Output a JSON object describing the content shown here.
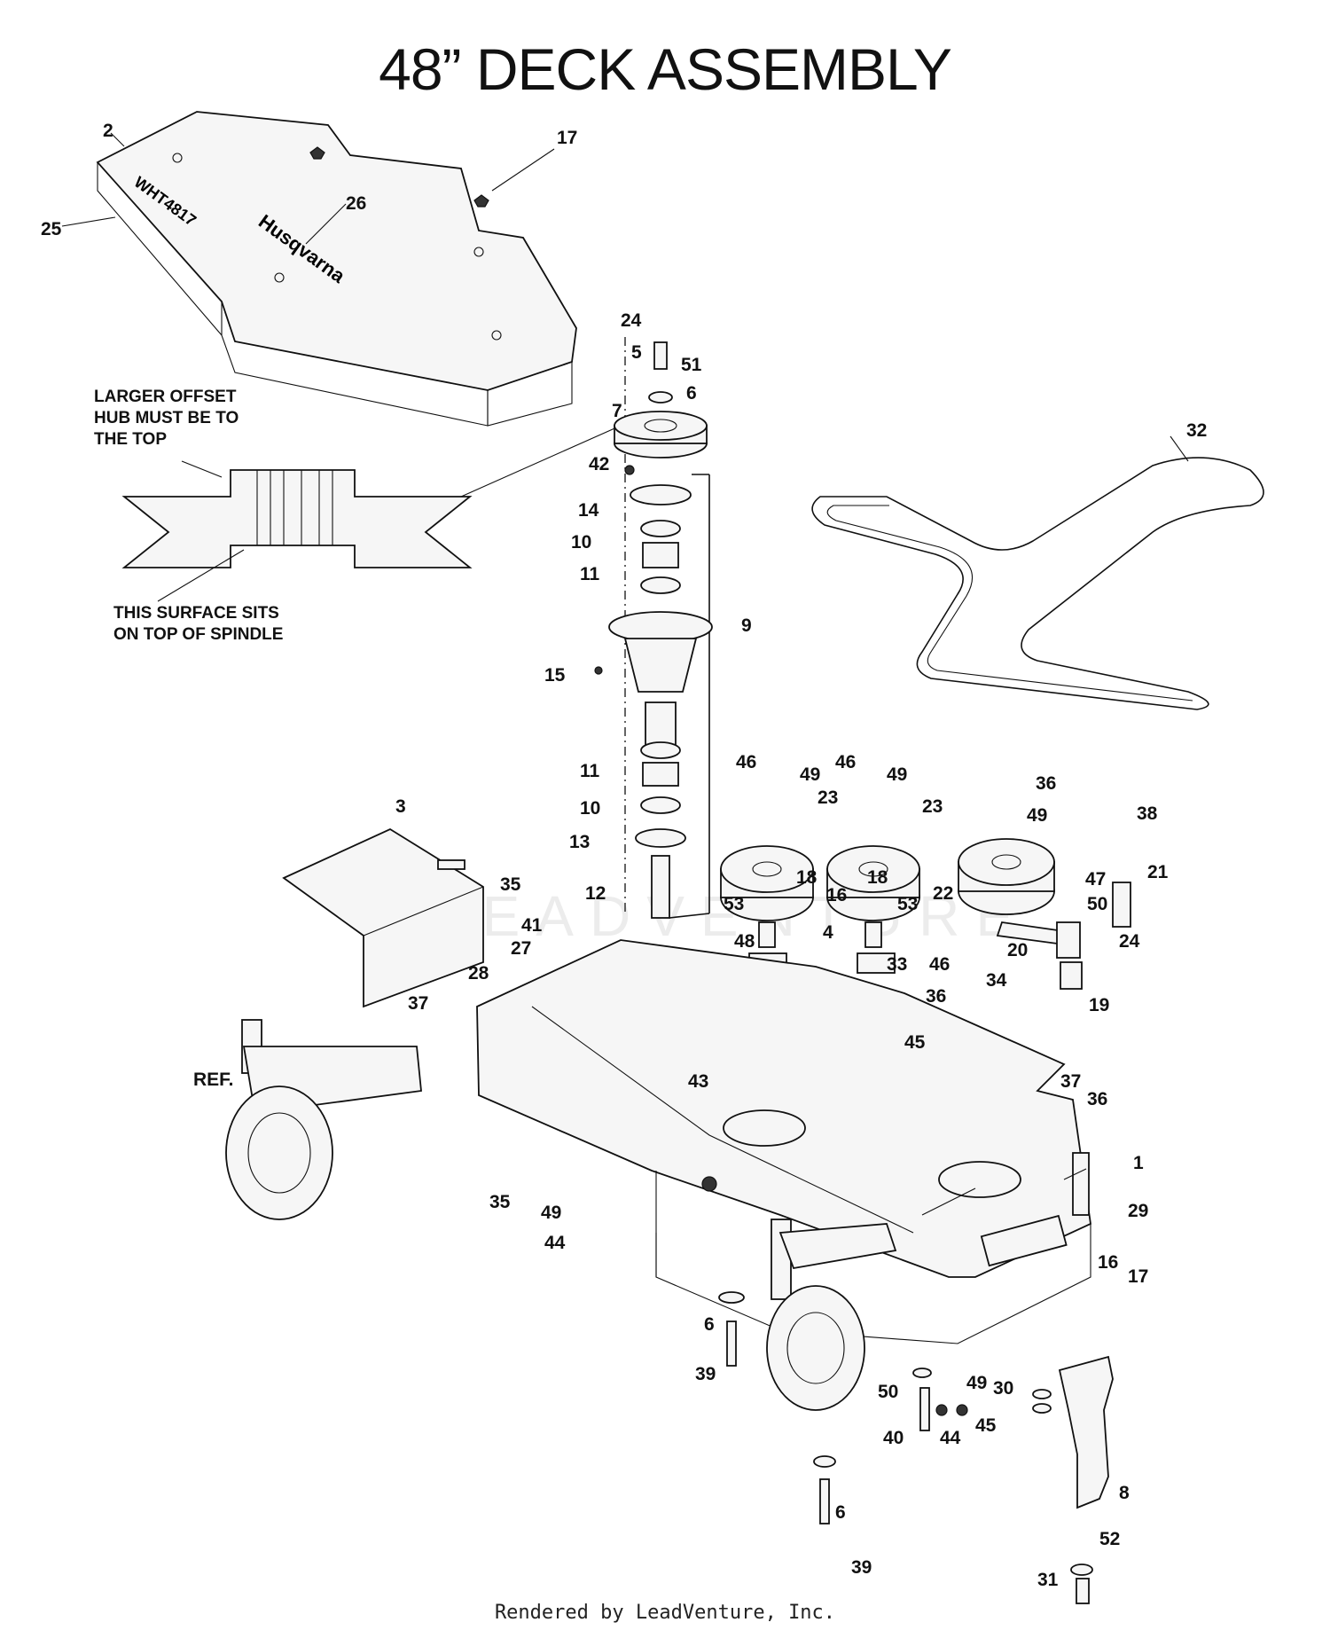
{
  "title": "48” DECK ASSEMBLY",
  "notes": {
    "offset_hub": "LARGER OFFSET\nHUB MUST BE TO\nTHE TOP",
    "surface": "THIS SURFACE SITS\nON TOP OF SPINDLE"
  },
  "cover_text": {
    "brand": "Husqvarna",
    "model": "WHT4817"
  },
  "callouts": [
    {
      "id": "c-2",
      "label": "2"
    },
    {
      "id": "c-17a",
      "label": "17"
    },
    {
      "id": "c-25",
      "label": "25"
    },
    {
      "id": "c-26",
      "label": "26"
    },
    {
      "id": "c-24a",
      "label": "24"
    },
    {
      "id": "c-5",
      "label": "5"
    },
    {
      "id": "c-51",
      "label": "51"
    },
    {
      "id": "c-6a",
      "label": "6"
    },
    {
      "id": "c-7",
      "label": "7"
    },
    {
      "id": "c-42",
      "label": "42"
    },
    {
      "id": "c-14",
      "label": "14"
    },
    {
      "id": "c-10a",
      "label": "10"
    },
    {
      "id": "c-11a",
      "label": "11"
    },
    {
      "id": "c-9",
      "label": "9"
    },
    {
      "id": "c-15",
      "label": "15"
    },
    {
      "id": "c-11b",
      "label": "11"
    },
    {
      "id": "c-10b",
      "label": "10"
    },
    {
      "id": "c-13",
      "label": "13"
    },
    {
      "id": "c-12",
      "label": "12"
    },
    {
      "id": "c-32",
      "label": "32"
    },
    {
      "id": "c-46a",
      "label": "46"
    },
    {
      "id": "c-49a",
      "label": "49"
    },
    {
      "id": "c-46b",
      "label": "46"
    },
    {
      "id": "c-49b",
      "label": "49"
    },
    {
      "id": "c-23a",
      "label": "23"
    },
    {
      "id": "c-23b",
      "label": "23"
    },
    {
      "id": "c-36a",
      "label": "36"
    },
    {
      "id": "c-49c",
      "label": "49"
    },
    {
      "id": "c-38",
      "label": "38"
    },
    {
      "id": "c-18a",
      "label": "18"
    },
    {
      "id": "c-16a",
      "label": "16"
    },
    {
      "id": "c-18b",
      "label": "18"
    },
    {
      "id": "c-21",
      "label": "21"
    },
    {
      "id": "c-47",
      "label": "47"
    },
    {
      "id": "c-22",
      "label": "22"
    },
    {
      "id": "c-50a",
      "label": "50"
    },
    {
      "id": "c-53a",
      "label": "53"
    },
    {
      "id": "c-53b",
      "label": "53"
    },
    {
      "id": "c-4",
      "label": "4"
    },
    {
      "id": "c-3",
      "label": "3"
    },
    {
      "id": "c-35a",
      "label": "35"
    },
    {
      "id": "c-41",
      "label": "41"
    },
    {
      "id": "c-27",
      "label": "27"
    },
    {
      "id": "c-48",
      "label": "48"
    },
    {
      "id": "c-20",
      "label": "20"
    },
    {
      "id": "c-24b",
      "label": "24"
    },
    {
      "id": "c-33",
      "label": "33"
    },
    {
      "id": "c-28",
      "label": "28"
    },
    {
      "id": "c-34",
      "label": "34"
    },
    {
      "id": "c-46c",
      "label": "46"
    },
    {
      "id": "c-36b",
      "label": "36"
    },
    {
      "id": "c-19",
      "label": "19"
    },
    {
      "id": "c-37a",
      "label": "37"
    },
    {
      "id": "c-45a",
      "label": "45"
    },
    {
      "id": "c-43",
      "label": "43"
    },
    {
      "id": "c-ref",
      "label": "REF."
    },
    {
      "id": "c-37b",
      "label": "37"
    },
    {
      "id": "c-36c",
      "label": "36"
    },
    {
      "id": "c-1",
      "label": "1"
    },
    {
      "id": "c-35b",
      "label": "35"
    },
    {
      "id": "c-49d",
      "label": "49"
    },
    {
      "id": "c-29",
      "label": "29"
    },
    {
      "id": "c-44a",
      "label": "44"
    },
    {
      "id": "c-16b",
      "label": "16"
    },
    {
      "id": "c-17b",
      "label": "17"
    },
    {
      "id": "c-6b",
      "label": "6"
    },
    {
      "id": "c-39a",
      "label": "39"
    },
    {
      "id": "c-50b",
      "label": "50"
    },
    {
      "id": "c-49e",
      "label": "49"
    },
    {
      "id": "c-30",
      "label": "30"
    },
    {
      "id": "c-40",
      "label": "40"
    },
    {
      "id": "c-44b",
      "label": "44"
    },
    {
      "id": "c-45b",
      "label": "45"
    },
    {
      "id": "c-8",
      "label": "8"
    },
    {
      "id": "c-6c",
      "label": "6"
    },
    {
      "id": "c-39b",
      "label": "39"
    },
    {
      "id": "c-52",
      "label": "52"
    },
    {
      "id": "c-31",
      "label": "31"
    }
  ],
  "watermark": "LEADVENTURE",
  "footer": "Rendered by LeadVenture, Inc."
}
